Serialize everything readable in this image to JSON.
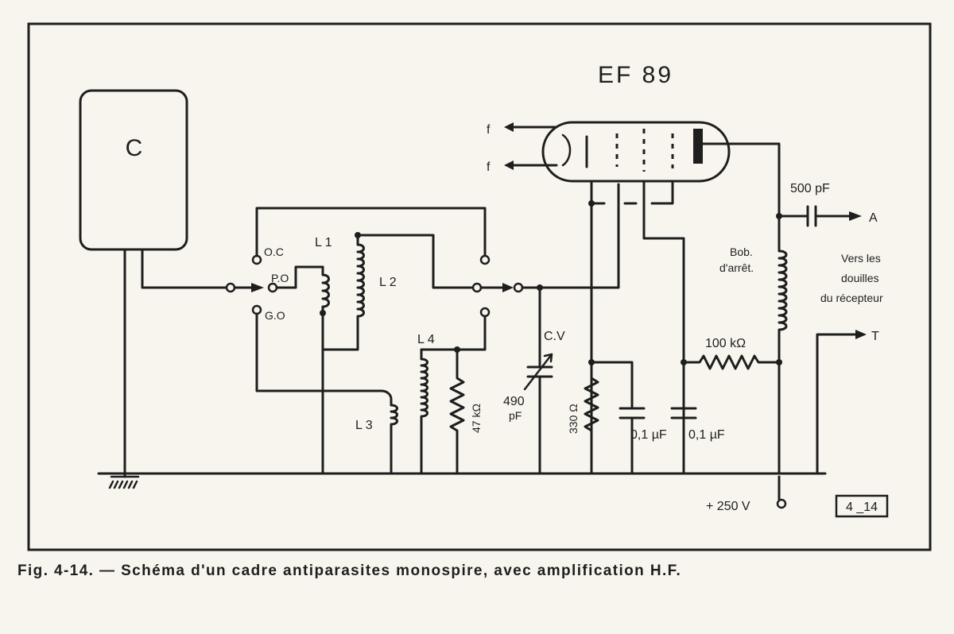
{
  "diagram": {
    "tube_label": "EF 89",
    "frame_label": "C",
    "filament_labels": [
      "f",
      "f"
    ],
    "switch_labels": {
      "oc": "O.C",
      "po": "P.O",
      "go": "G.O"
    },
    "coils": {
      "l1": "L 1",
      "l2": "L 2",
      "l3": "L 3",
      "l4": "L 4"
    },
    "cap_500": "500 pF",
    "output_a": "A",
    "output_t": "T",
    "choke": [
      "Bob.",
      "d'arrêt."
    ],
    "receiver_note": [
      "Vers les",
      "douilles",
      "du récepteur"
    ],
    "res_100k": "100 kΩ",
    "res_47k": "47 kΩ",
    "res_330": "330 Ω",
    "cap_01_a": "0,1 µF",
    "cap_01_b": "0,1 µF",
    "cv_label": "C.V",
    "cv_value": [
      "490",
      "pF"
    ],
    "supply": "+ 250 V",
    "figure_id": "4 _14"
  },
  "caption": "Fig. 4-14. — Schéma d'un cadre antiparasites monospire, avec amplification H.F."
}
